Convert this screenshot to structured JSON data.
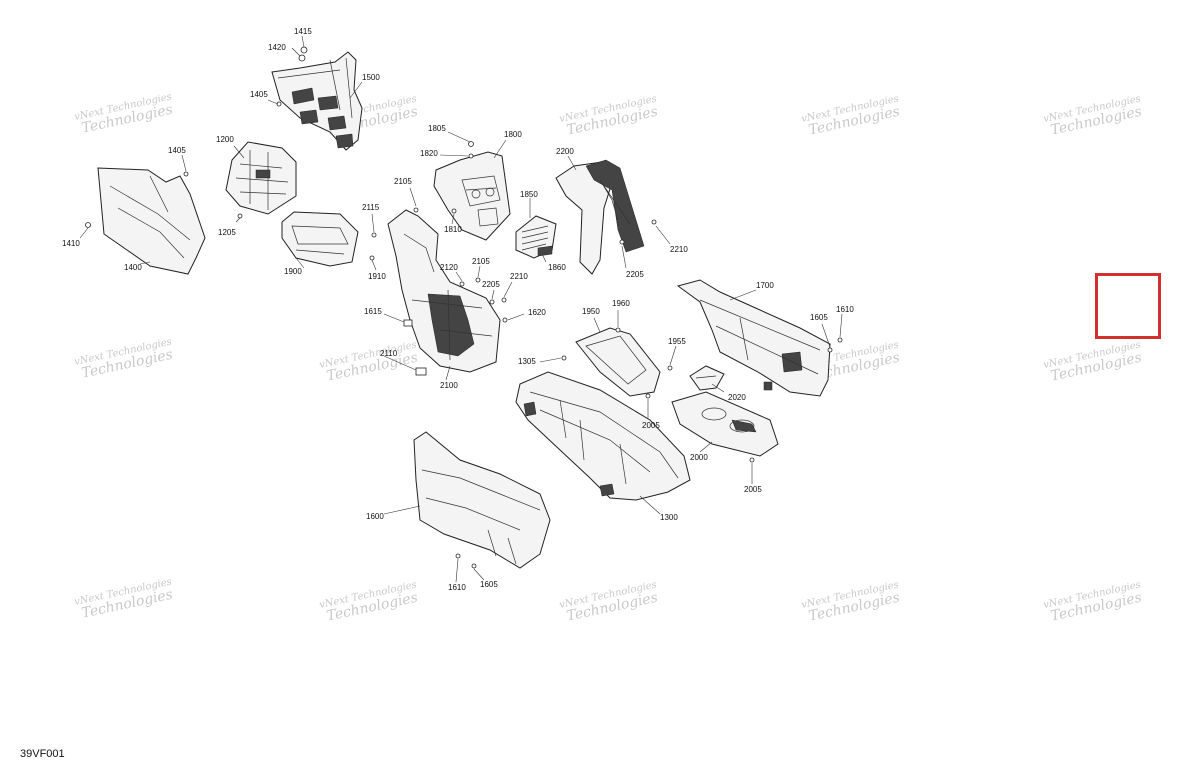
{
  "diagram": {
    "code": "39VF001",
    "watermark_line1": "vNext",
    "watermark_line2": "Technologies",
    "watermark_full": "vNext Technologies",
    "highlight_color": "#d32f2f",
    "callouts": [
      {
        "id": "c1415",
        "label": "1415"
      },
      {
        "id": "c1420",
        "label": "1420"
      },
      {
        "id": "c1500",
        "label": "1500"
      },
      {
        "id": "c1405a",
        "label": "1405"
      },
      {
        "id": "c1405b",
        "label": "1405"
      },
      {
        "id": "c1200",
        "label": "1200"
      },
      {
        "id": "c1205",
        "label": "1205"
      },
      {
        "id": "c1410",
        "label": "1410"
      },
      {
        "id": "c1400",
        "label": "1400"
      },
      {
        "id": "c1900",
        "label": "1900"
      },
      {
        "id": "c1910",
        "label": "1910"
      },
      {
        "id": "c1805",
        "label": "1805"
      },
      {
        "id": "c1820",
        "label": "1820"
      },
      {
        "id": "c1800",
        "label": "1800"
      },
      {
        "id": "c1810",
        "label": "1810"
      },
      {
        "id": "c1850",
        "label": "1850"
      },
      {
        "id": "c1860",
        "label": "1860"
      },
      {
        "id": "c2200",
        "label": "2200"
      },
      {
        "id": "c2205a",
        "label": "2205"
      },
      {
        "id": "c2210a",
        "label": "2210"
      },
      {
        "id": "c2105a",
        "label": "2105"
      },
      {
        "id": "c2115",
        "label": "2115"
      },
      {
        "id": "c2120",
        "label": "2120"
      },
      {
        "id": "c2105b",
        "label": "2105"
      },
      {
        "id": "c2205b",
        "label": "2205"
      },
      {
        "id": "c2210b",
        "label": "2210"
      },
      {
        "id": "c1615",
        "label": "1615"
      },
      {
        "id": "c1620",
        "label": "1620"
      },
      {
        "id": "c2110",
        "label": "2110"
      },
      {
        "id": "c2100",
        "label": "2100"
      },
      {
        "id": "c1700",
        "label": "1700"
      },
      {
        "id": "c1605a",
        "label": "1605"
      },
      {
        "id": "c1610a",
        "label": "1610"
      },
      {
        "id": "c1950",
        "label": "1950"
      },
      {
        "id": "c1960",
        "label": "1960"
      },
      {
        "id": "c1955",
        "label": "1955"
      },
      {
        "id": "c1305",
        "label": "1305"
      },
      {
        "id": "c2020",
        "label": "2020"
      },
      {
        "id": "c2005a",
        "label": "2005"
      },
      {
        "id": "c2000",
        "label": "2000"
      },
      {
        "id": "c2005b",
        "label": "2005"
      },
      {
        "id": "c1300",
        "label": "1300"
      },
      {
        "id": "c1600",
        "label": "1600"
      },
      {
        "id": "c1610b",
        "label": "1610"
      },
      {
        "id": "c1605b",
        "label": "1605"
      }
    ]
  }
}
